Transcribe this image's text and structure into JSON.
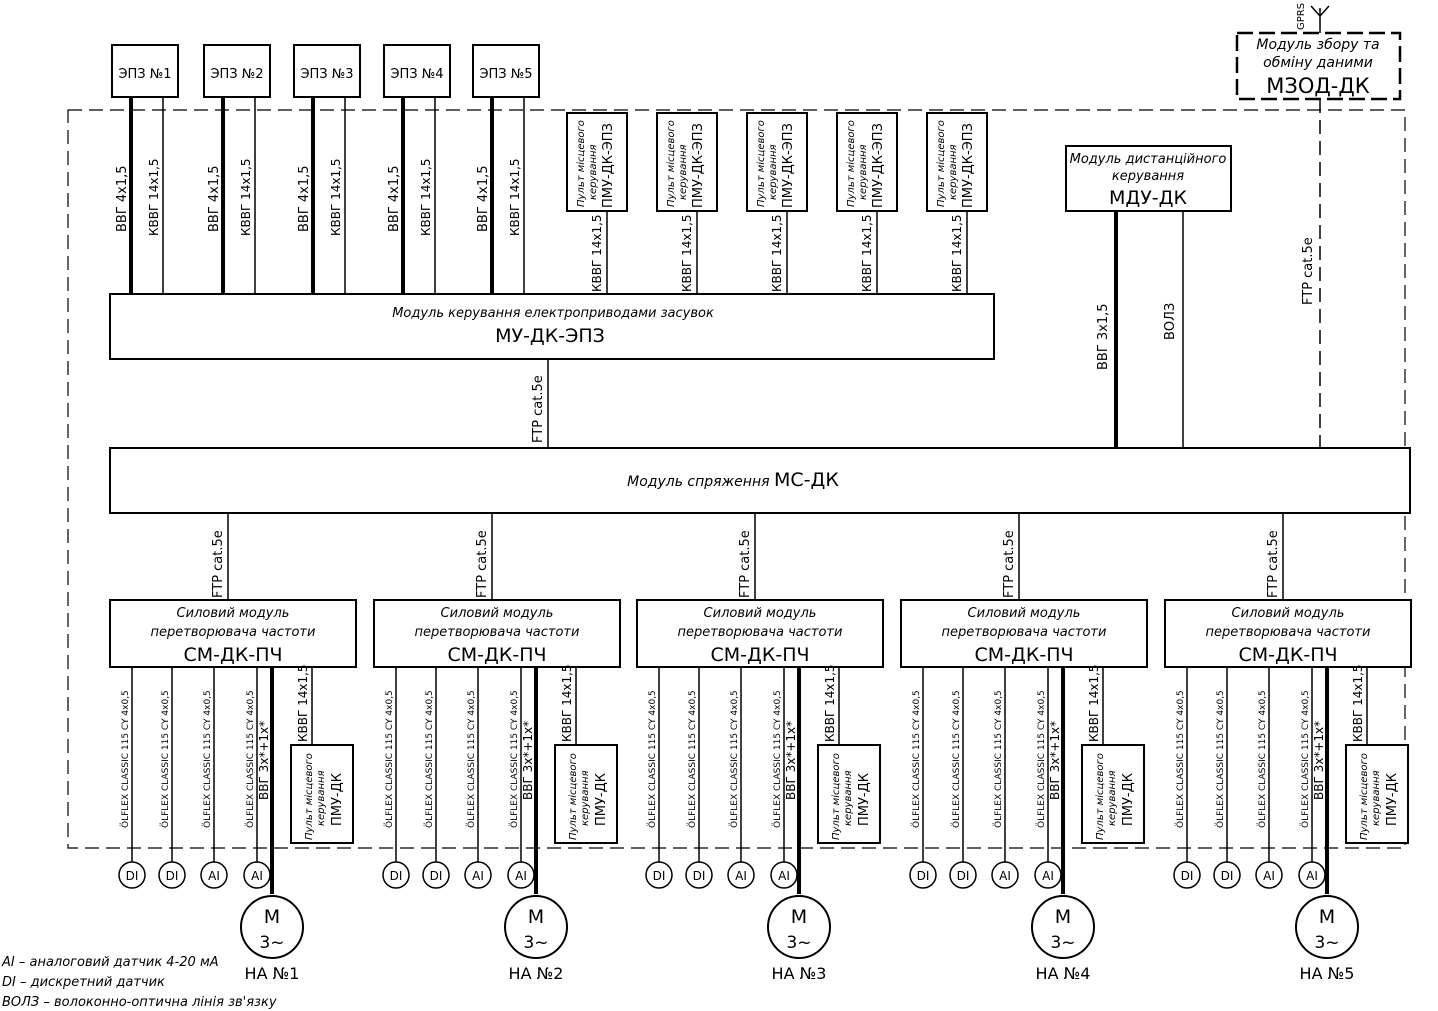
{
  "epz_modules": [
    "ЭПЗ №1",
    "ЭПЗ №2",
    "ЭПЗ №3",
    "ЭПЗ №4",
    "ЭПЗ №5"
  ],
  "epz_cables": {
    "power": "ВВГ 4х1,5",
    "control": "КВВГ 14х1,5"
  },
  "local_panels_top": {
    "lines": [
      "Пульт місцевого",
      "керування",
      "ПМУ-ДК-ЭПЗ"
    ],
    "cable": "КВВГ 14х1,5",
    "count": 5
  },
  "gprs": {
    "antenna_label": "GPRS",
    "title_line1": "Модуль збору та",
    "title_line2": "обміну даними",
    "code": "МЗОД-ДК"
  },
  "mdu": {
    "title_line1": "Модуль дистанційного",
    "title_line2": "керування",
    "code": "МДУ-ДК",
    "cable_power": "ВВГ 3х1,5",
    "cable_fiber": "ВОЛЗ"
  },
  "ftp_label": "FTP cat.5e",
  "mu": {
    "title": "Модуль керування електроприводами засувок",
    "code": "МУ-ДК-ЭПЗ"
  },
  "ms": {
    "title": "Модуль спряження",
    "code": "МС-ДК"
  },
  "power_modules": {
    "title_line1": "Силовий модуль",
    "title_line2": "перетворювача частоти",
    "code": "СМ-ДК-ПЧ",
    "count": 5
  },
  "bottom_cables": {
    "sensor": "ÖLFLEX CLASSIC 115 CY 4х0,5",
    "motor": "ВВГ 3х*+1х*",
    "control": "КВВГ 14х1,5"
  },
  "local_panel_bottom": {
    "lines": [
      "Пульт місцевого",
      "керування",
      "ПМУ-ДК"
    ]
  },
  "sensors": [
    "DI",
    "DI",
    "AI",
    "AI"
  ],
  "motor": {
    "symbol": "M",
    "phase": "3~"
  },
  "pump_units": [
    "НА №1",
    "НА №2",
    "НА №3",
    "НА №4",
    "НА №5"
  ],
  "legend": [
    "AI – аналоговий датчик 4-20 мА",
    "DI – дискретний датчик",
    "ВОЛЗ – волоконно-оптична лінія зв'язку"
  ]
}
